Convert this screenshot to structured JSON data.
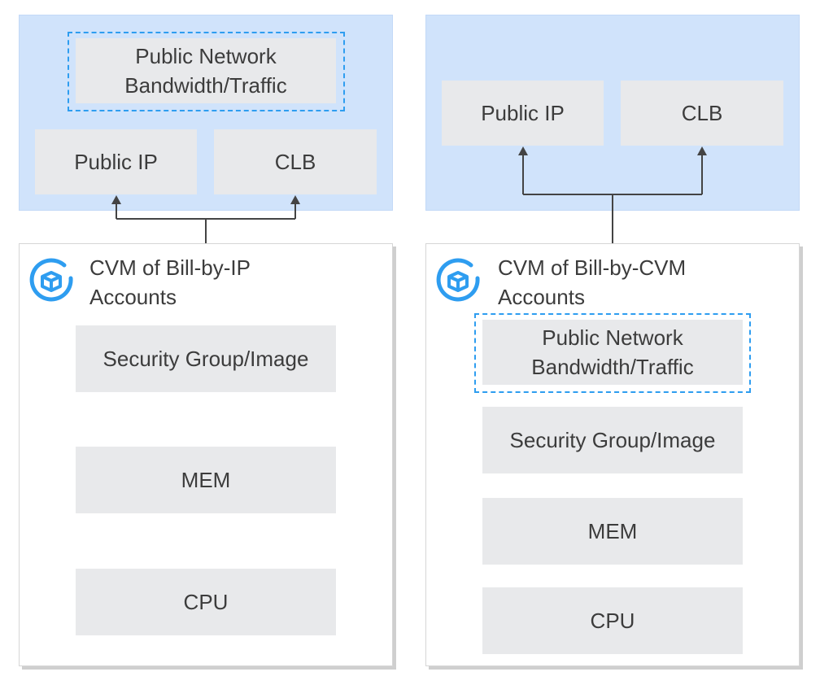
{
  "left": {
    "network": {
      "bandwidth_label": "Public Network\nBandwidth/Traffic",
      "public_ip_label": "Public IP",
      "clb_label": "CLB"
    },
    "cvm": {
      "title": "CVM of Bill-by-IP\nAccounts",
      "icon": "cvm-cube-icon",
      "security_label": "Security Group/Image",
      "mem_label": "MEM",
      "cpu_label": "CPU"
    }
  },
  "right": {
    "network": {
      "public_ip_label": "Public IP",
      "clb_label": "CLB"
    },
    "cvm": {
      "title": "CVM of Bill-by-CVM\nAccounts",
      "icon": "cvm-cube-icon",
      "bandwidth_label": "Public Network\nBandwidth/Traffic",
      "security_label": "Security Group/Image",
      "mem_label": "MEM",
      "cpu_label": "CPU"
    }
  },
  "colors": {
    "network_panel": "#d0e3fb",
    "box_fill": "#e8e9eb",
    "dashed_border": "#2e9df0",
    "icon": "#2e9df0",
    "connector": "#444444"
  }
}
